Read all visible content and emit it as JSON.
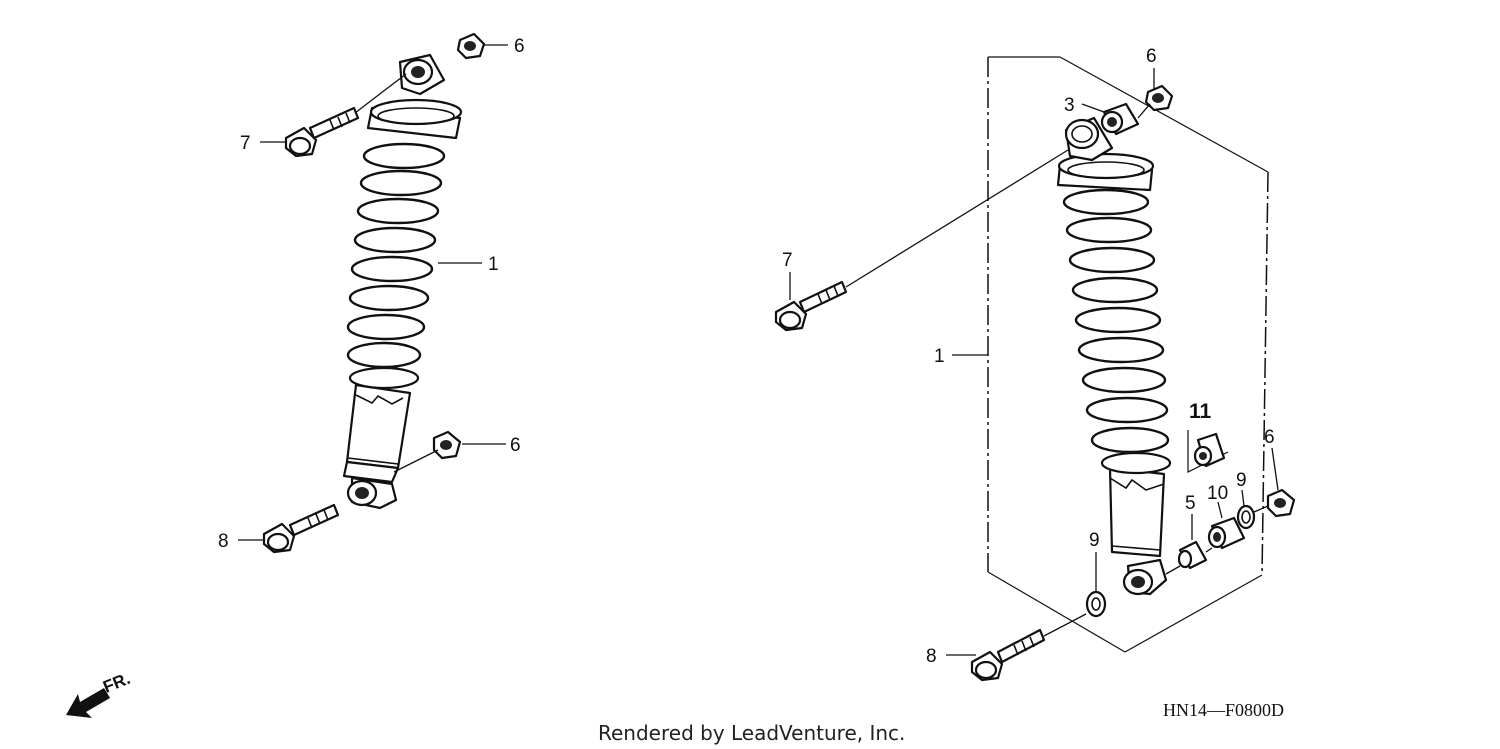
{
  "callouts": {
    "left": {
      "nut_top": "6",
      "bolt_top": "7",
      "shock": "1",
      "nut_bottom": "6",
      "bolt_bottom": "8"
    },
    "right": {
      "nut_top": "6",
      "bushing_top": "3",
      "bolt_top": "7",
      "assembly": "1",
      "kit": "11",
      "nut_side": "6",
      "collar": "5",
      "bushing": "10",
      "washer_outer": "9",
      "washer_inner": "9",
      "bolt_bottom": "8"
    }
  },
  "direction": {
    "label": "FR."
  },
  "diagram_code": "HN14—F0800D",
  "credit": "Rendered by LeadVenture, Inc."
}
